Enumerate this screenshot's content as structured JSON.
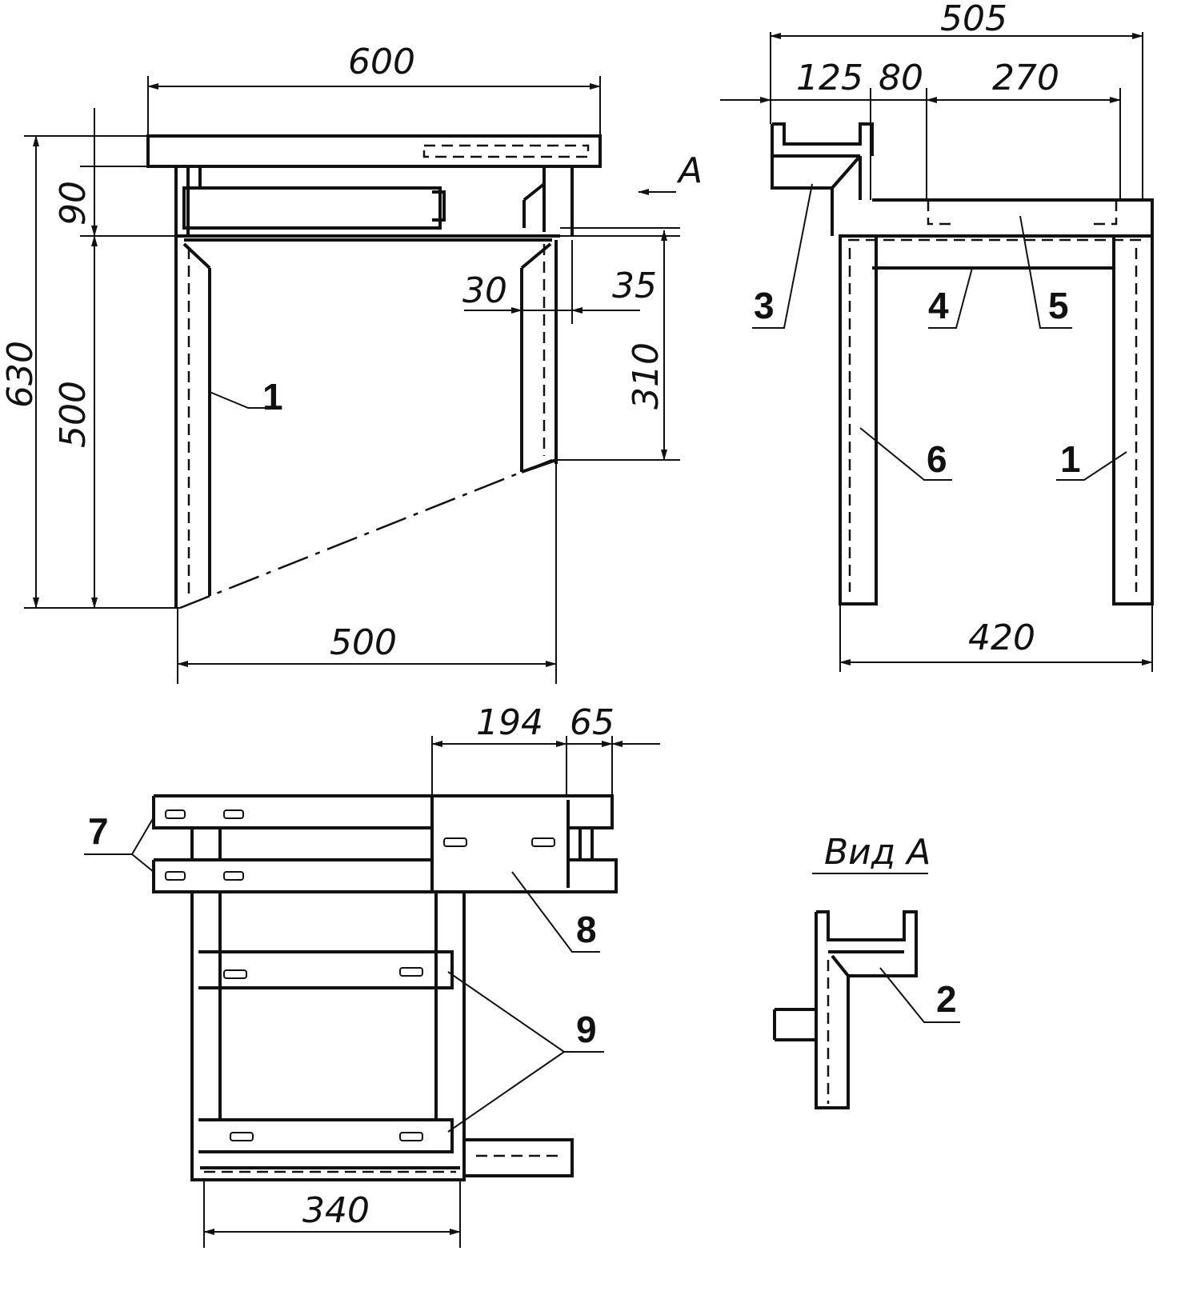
{
  "front_view": {
    "dims": {
      "width_top": "600",
      "top_height": "90",
      "total_height": "630",
      "leg_height": "500",
      "offset_30": "30",
      "offset_35": "35",
      "short_leg": "310",
      "base_width": "500"
    },
    "view_arrow_label": "A",
    "parts": {
      "leg": "1"
    }
  },
  "side_view": {
    "dims": {
      "total_width": "505",
      "d125": "125",
      "d80": "80",
      "d270": "270",
      "leg_span": "420"
    },
    "parts": {
      "p3": "3",
      "p4": "4",
      "p5": "5",
      "p6": "6",
      "p1": "1"
    }
  },
  "top_view": {
    "dims": {
      "d194": "194",
      "d65": "65",
      "d340": "340"
    },
    "parts": {
      "p7": "7",
      "p8": "8",
      "p9": "9"
    }
  },
  "view_a": {
    "title": "Вид А",
    "parts": {
      "p2": "2"
    }
  }
}
